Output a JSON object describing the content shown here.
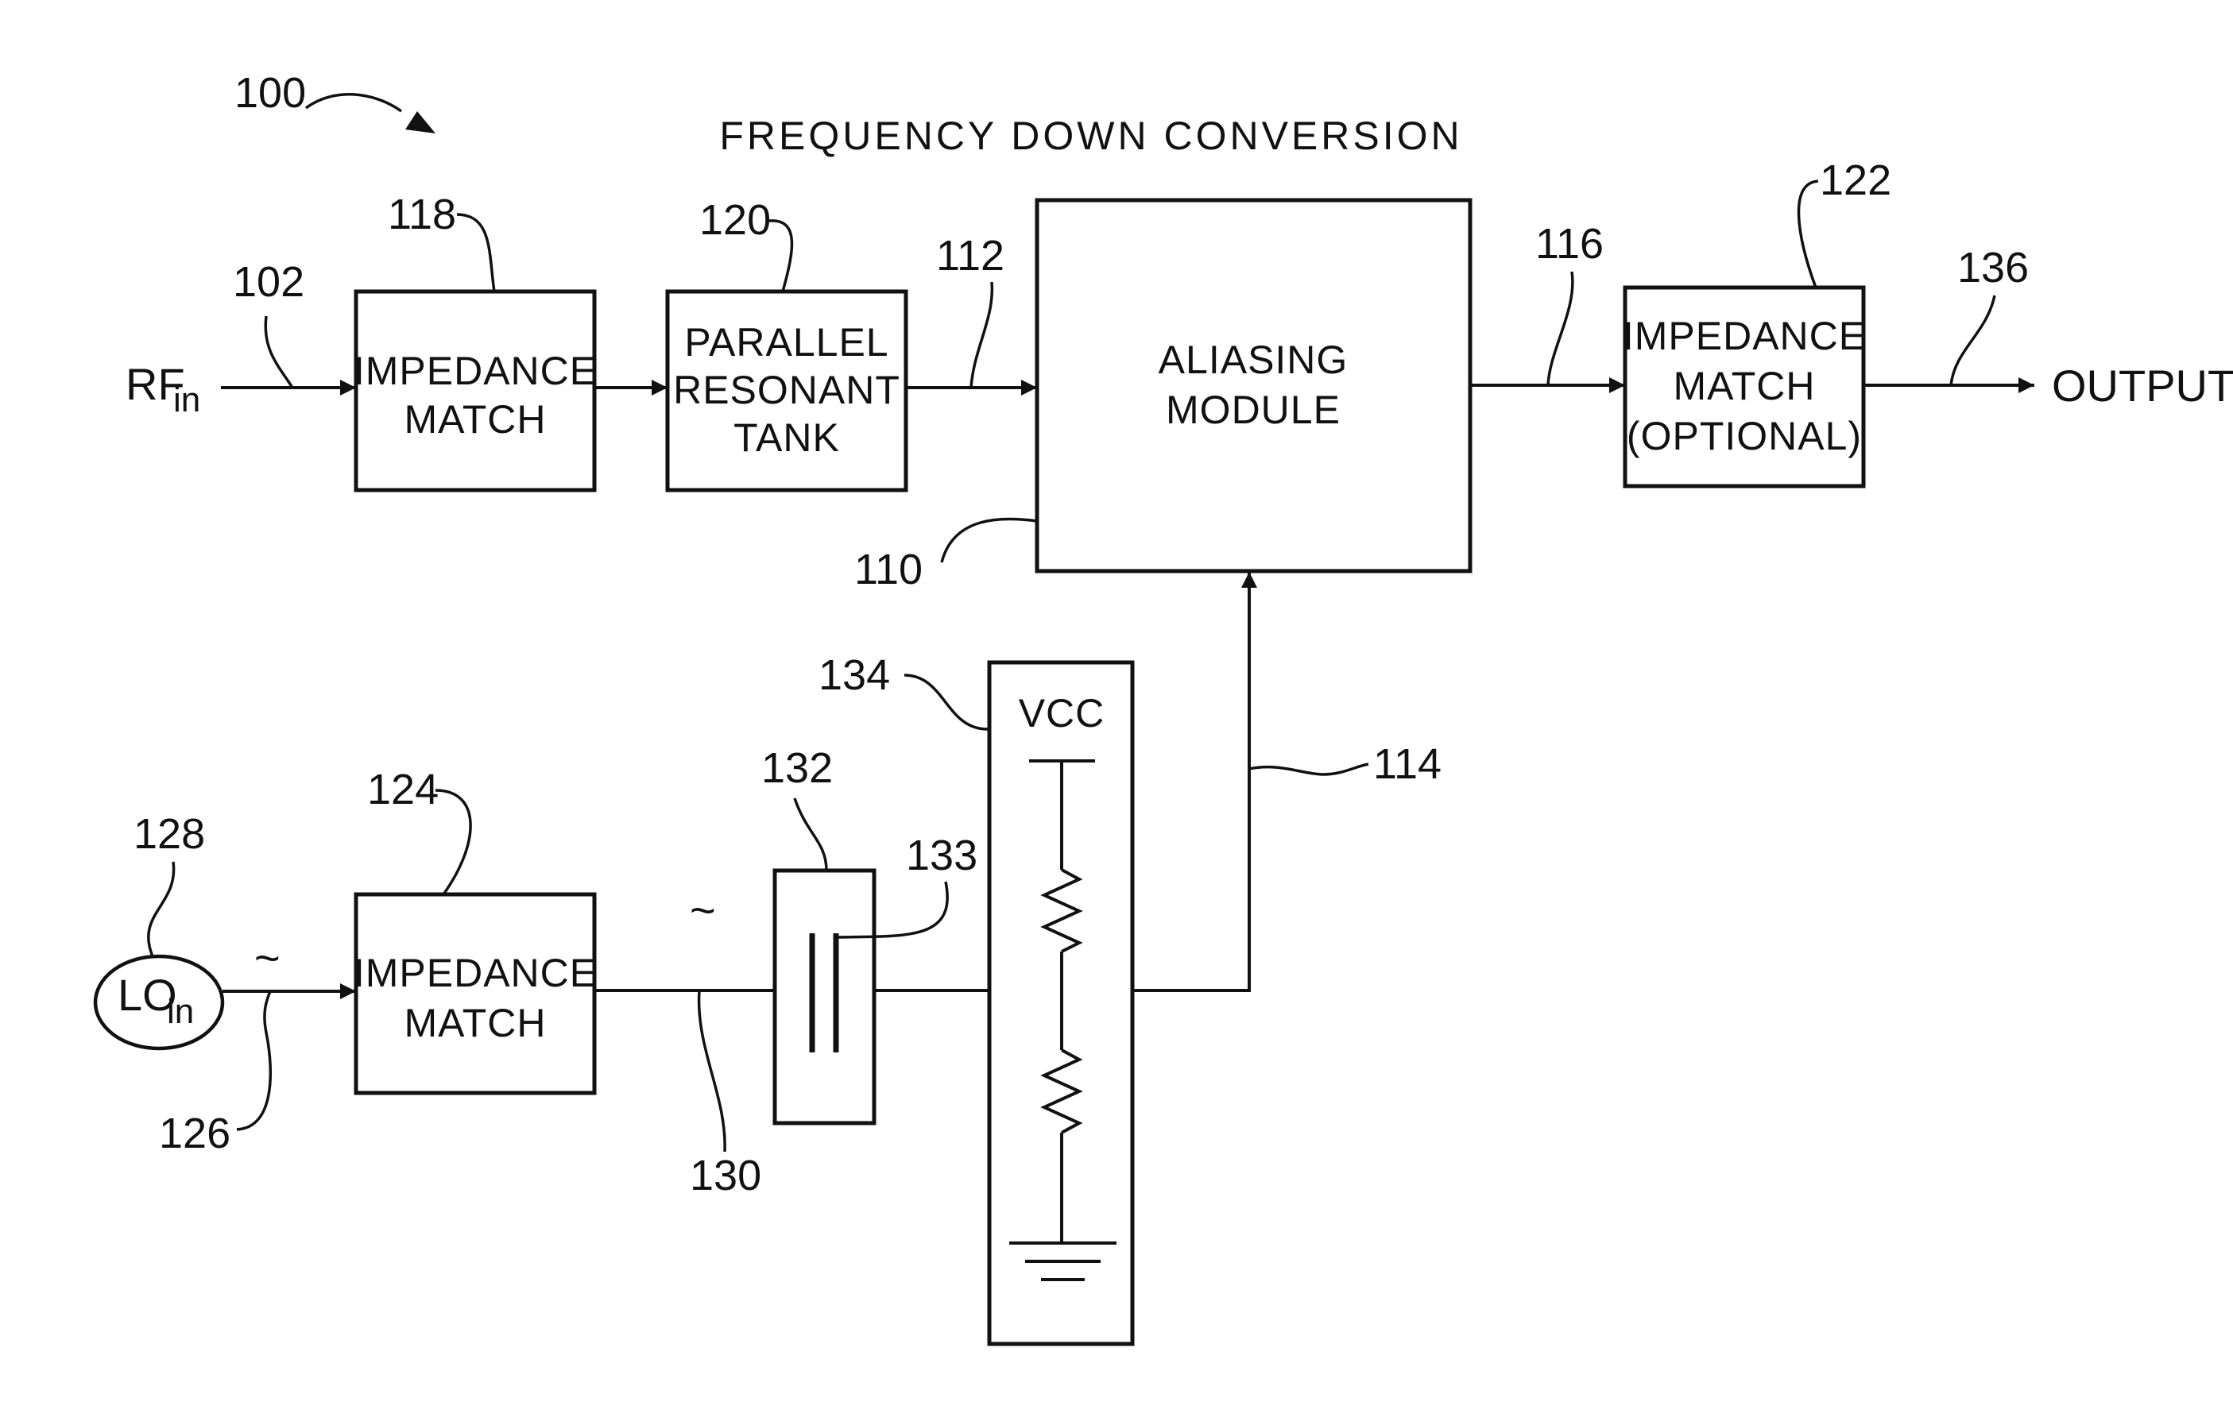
{
  "title": "FREQUENCY DOWN CONVERSION",
  "figure_ref": "100",
  "blocks": {
    "impedance_match_118": {
      "ref": "118",
      "lines": [
        "IMPEDANCE",
        "MATCH"
      ]
    },
    "tank_120": {
      "ref": "120",
      "lines": [
        "PARALLEL",
        "RESONANT",
        "TANK"
      ]
    },
    "aliasing_110": {
      "ref": "110",
      "lines": [
        "ALIASING",
        "MODULE"
      ]
    },
    "impedance_match_122": {
      "ref": "122",
      "lines": [
        "IMPEDANCE",
        "MATCH",
        "(OPTIONAL)"
      ]
    },
    "impedance_match_124": {
      "ref": "124",
      "lines": [
        "IMPEDANCE",
        "MATCH"
      ]
    },
    "capacitor_132": {
      "ref": "132",
      "cap_ref": "133"
    },
    "bias_134": {
      "ref": "134",
      "supply": "VCC"
    }
  },
  "signals": {
    "rf_in": {
      "main": "RF",
      "sub": "in",
      "ref": "102"
    },
    "lo_in": {
      "main": "LO",
      "sub": "in",
      "ref": "128"
    },
    "output": {
      "label": "OUTPUT",
      "ref": "136"
    },
    "line_112": "112",
    "line_114": "114",
    "line_116": "116",
    "line_126": "126",
    "line_130": "130"
  },
  "symbols": {
    "tilde": "~"
  },
  "colors": {
    "ink": "#111111",
    "paper": "#ffffff"
  }
}
